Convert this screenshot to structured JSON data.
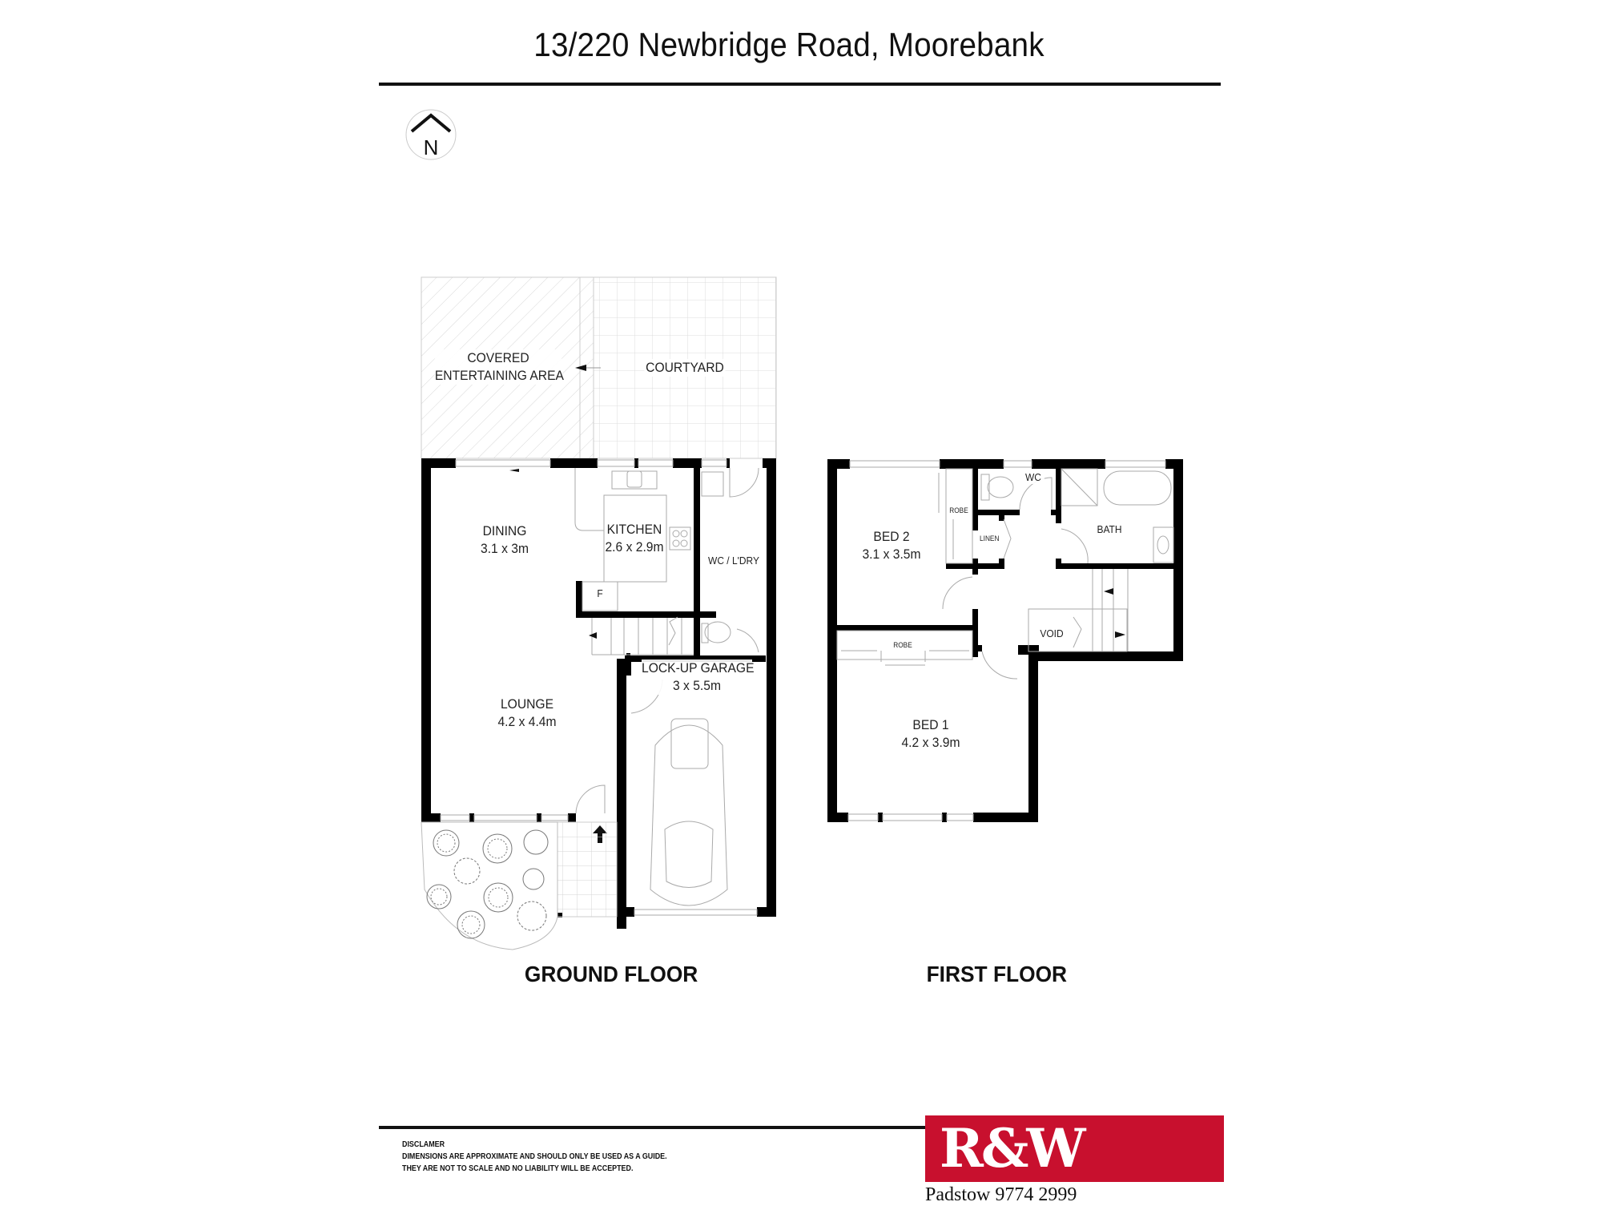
{
  "header": {
    "title": "13/220 Newbridge Road, Moorebank",
    "north_label": "N",
    "north_icon": "north-arrow-icon"
  },
  "ground_floor": {
    "title": "GROUND FLOOR",
    "outdoor": {
      "covered_line1": "COVERED",
      "covered_line2": "ENTERTAINING AREA",
      "courtyard": "COURTYARD"
    },
    "rooms": {
      "dining": {
        "name": "DINING",
        "size": "3.1 x 3m"
      },
      "kitchen": {
        "name": "KITCHEN",
        "size": "2.6 x 2.9m"
      },
      "fridge": {
        "name": "F"
      },
      "wc_laundry": {
        "name": "WC / L'DRY"
      },
      "lounge": {
        "name": "LOUNGE",
        "size": "4.2 x 4.4m"
      },
      "garage": {
        "name": "LOCK-UP GARAGE",
        "size": "3 x 5.5m"
      }
    }
  },
  "first_floor": {
    "title": "FIRST FLOOR",
    "rooms": {
      "bed2": {
        "name": "BED 2",
        "size": "3.1 x 3.5m"
      },
      "robe_bed2": {
        "name": "ROBE"
      },
      "linen": {
        "name": "LINEN"
      },
      "wc": {
        "name": "WC"
      },
      "bath": {
        "name": "BATH"
      },
      "void": {
        "name": "VOID"
      },
      "robe_bed1": {
        "name": "ROBE"
      },
      "bed1": {
        "name": "BED 1",
        "size": "4.2 x 3.9m"
      }
    }
  },
  "footer": {
    "disclaimer_title": "DISCLAMER",
    "disclaimer_line1": "DIMENSIONS ARE APPROXIMATE AND SHOULD ONLY BE USED AS A  GUIDE.",
    "disclaimer_line2": "THEY ARE NOT TO SCALE AND NO LIABILITY WILL BE ACCEPTED.",
    "brand": "R&W",
    "brand_color": "#c8102e",
    "office": "Padstow  9774 2999"
  }
}
